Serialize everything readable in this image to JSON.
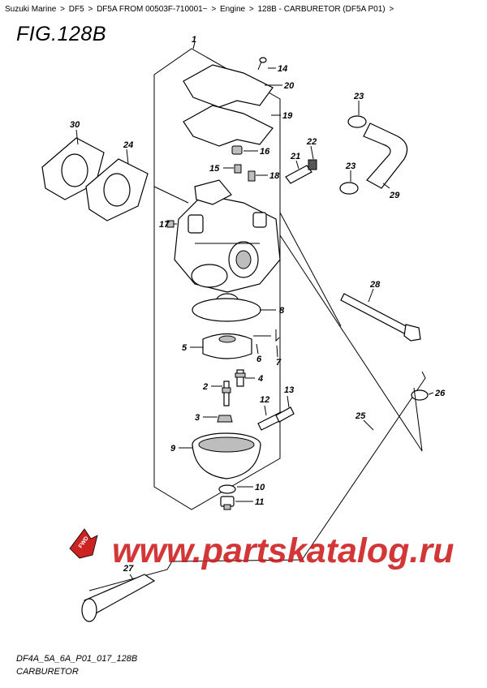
{
  "breadcrumb": {
    "items": [
      "Suzuki Marine",
      "DF5",
      "DF5A FROM 00503F-710001~",
      "Engine",
      "128B - CARBURETOR (DF5A P01)"
    ],
    "separator": ">",
    "trailing": ">"
  },
  "figure": {
    "title": "FIG.128B",
    "code": "DF4A_5A_6A_P01_017_128B",
    "name": "CARBURETOR",
    "fwd_label": "FWD"
  },
  "callouts": [
    "1",
    "2",
    "3",
    "4",
    "5",
    "6",
    "7",
    "8",
    "9",
    "10",
    "11",
    "12",
    "13",
    "14",
    "15",
    "16",
    "17",
    "18",
    "19",
    "20",
    "21",
    "22",
    "23",
    "23",
    "24",
    "25",
    "26",
    "27",
    "28",
    "29",
    "30"
  ],
  "watermark": "www.partskatalog.ru",
  "colors": {
    "watermark": "#cc1a1a",
    "line": "#000000",
    "background": "#ffffff"
  }
}
